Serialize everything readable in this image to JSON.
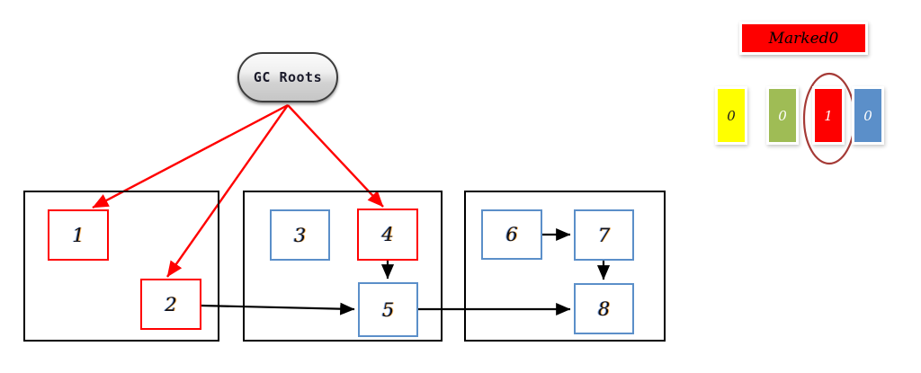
{
  "diagram": {
    "title_node": {
      "label": "GC Roots"
    },
    "regions": [
      {
        "name": "region-1"
      },
      {
        "name": "region-2"
      },
      {
        "name": "region-3"
      }
    ],
    "nodes": [
      {
        "id": "1",
        "label": "1",
        "state": "marked",
        "border_color": "#ff0000"
      },
      {
        "id": "2",
        "label": "2",
        "state": "marked",
        "border_color": "#ff0000"
      },
      {
        "id": "3",
        "label": "3",
        "state": "unmarked",
        "border_color": "#5b8fc9"
      },
      {
        "id": "4",
        "label": "4",
        "state": "marked",
        "border_color": "#ff0000"
      },
      {
        "id": "5",
        "label": "5",
        "state": "unmarked",
        "border_color": "#5b8fc9"
      },
      {
        "id": "6",
        "label": "6",
        "state": "unmarked",
        "border_color": "#5b8fc9"
      },
      {
        "id": "7",
        "label": "7",
        "state": "unmarked",
        "border_color": "#5b8fc9"
      },
      {
        "id": "8",
        "label": "8",
        "state": "unmarked",
        "border_color": "#5b8fc9"
      }
    ],
    "edges": [
      {
        "from": "GC Roots",
        "to": "1",
        "color": "#ff0000"
      },
      {
        "from": "GC Roots",
        "to": "2",
        "color": "#ff0000"
      },
      {
        "from": "GC Roots",
        "to": "4",
        "color": "#ff0000"
      },
      {
        "from": "2",
        "to": "5",
        "color": "#000000"
      },
      {
        "from": "4",
        "to": "5",
        "color": "#000000"
      },
      {
        "from": "5",
        "to": "8",
        "color": "#000000"
      },
      {
        "from": "6",
        "to": "7",
        "color": "#000000"
      },
      {
        "from": "7",
        "to": "8",
        "color": "#000000"
      }
    ]
  },
  "legend": {
    "banner_label": "Marked0",
    "banner_color": "#fe0000",
    "highlight_index": 2,
    "highlight_color": "#a53a36",
    "bars": [
      {
        "value": "0",
        "color": "#ffff00",
        "text_color": "#1a1a1a"
      },
      {
        "value": "0",
        "color": "#9fbc55",
        "text_color": "#ffffff"
      },
      {
        "value": "1",
        "color": "#fe0000",
        "text_color": "#ffffff"
      },
      {
        "value": "0",
        "color": "#5b8fc9",
        "text_color": "#ffffff"
      }
    ]
  }
}
